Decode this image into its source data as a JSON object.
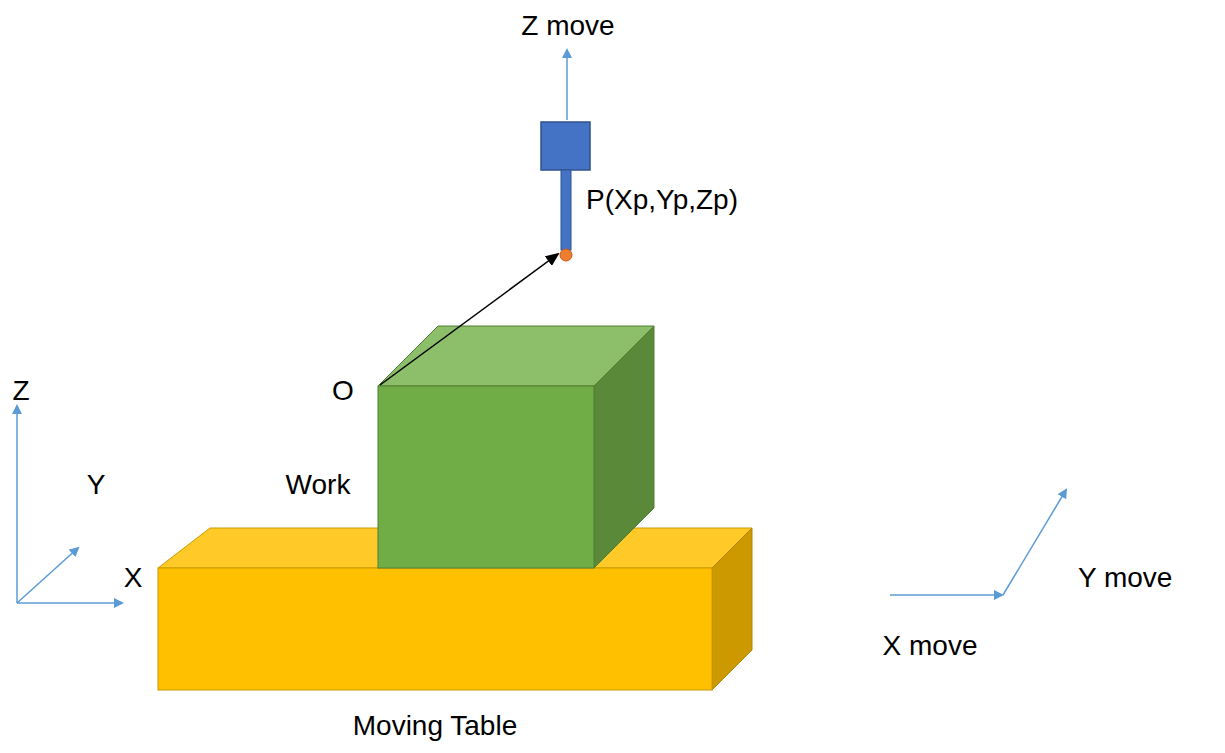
{
  "diagram": {
    "labels": [
      "Z move",
      "P(Xp,Yp,Zp)",
      "Z",
      "O",
      "Y",
      "Work",
      "X",
      "Y move",
      "X move",
      "Moving Table"
    ]
  }
}
